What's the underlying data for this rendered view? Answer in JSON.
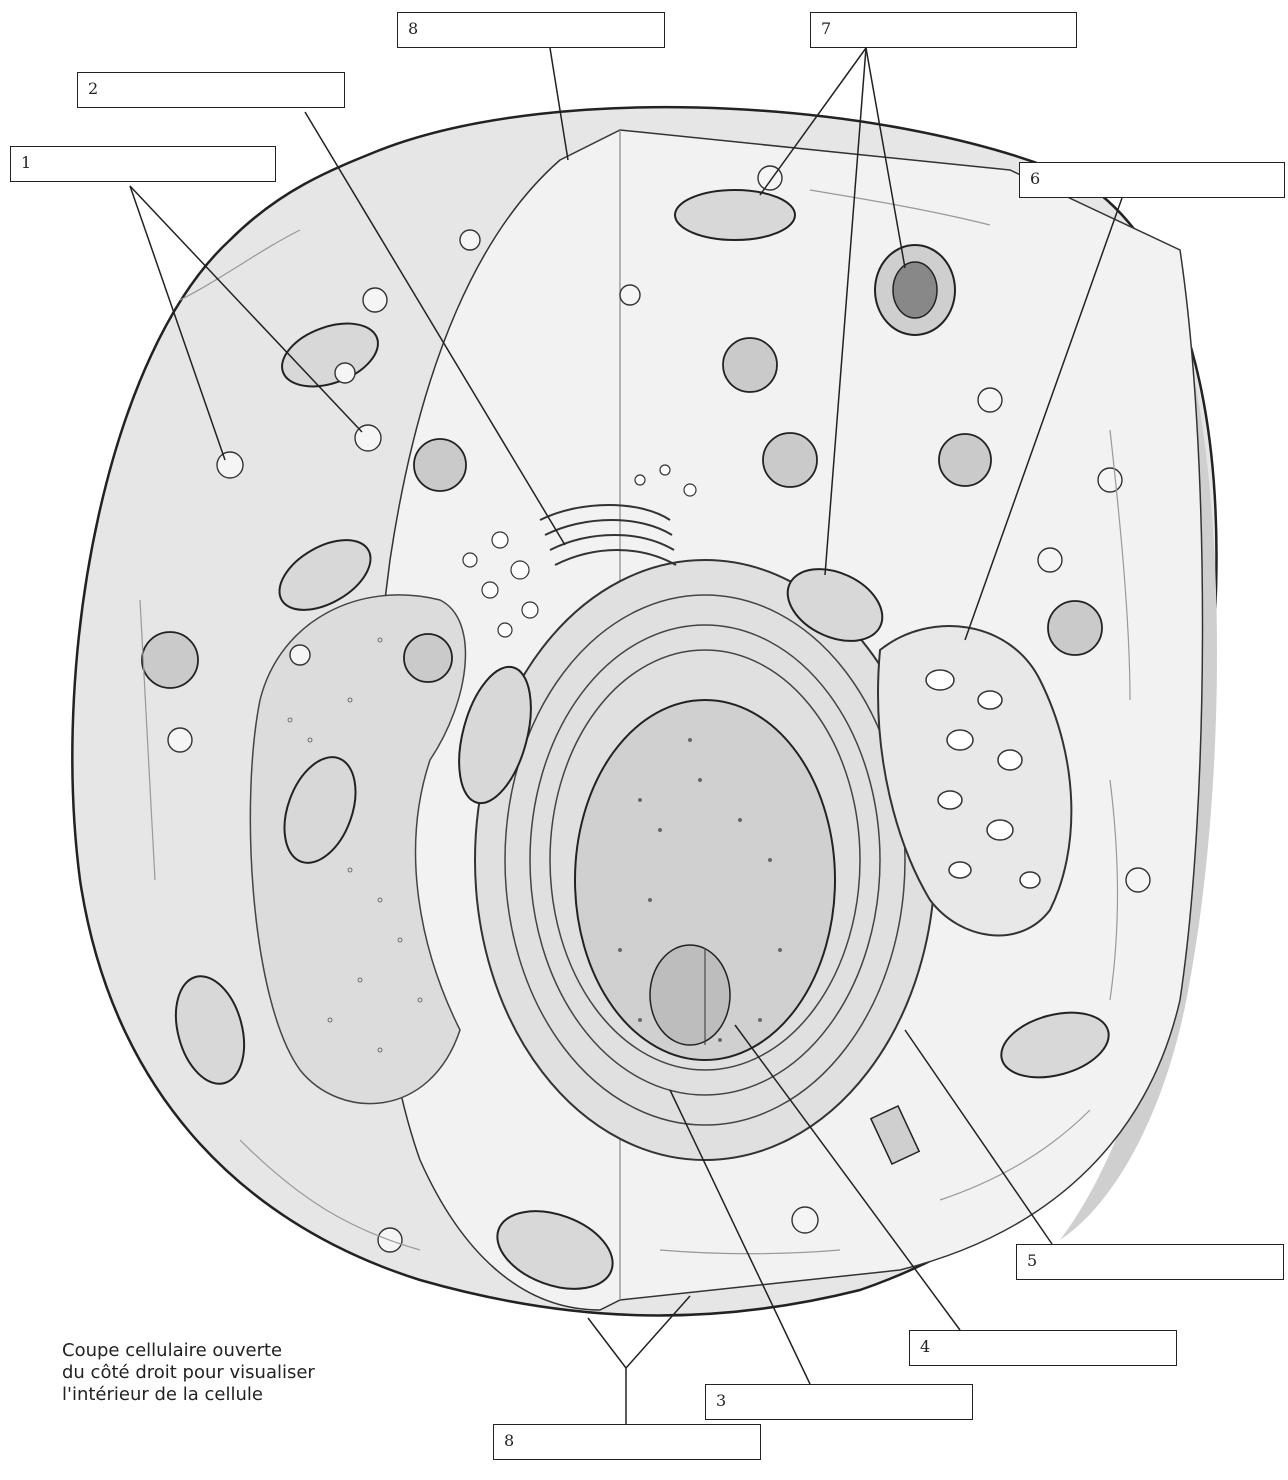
{
  "labels": [
    {
      "id": "1a",
      "text": "1"
    },
    {
      "id": "2",
      "text": "2"
    },
    {
      "id": "8a",
      "text": "8"
    },
    {
      "id": "7",
      "text": "7"
    },
    {
      "id": "6",
      "text": "6"
    },
    {
      "id": "5",
      "text": "5"
    },
    {
      "id": "4",
      "text": "4"
    },
    {
      "id": "3",
      "text": "3"
    },
    {
      "id": "8b",
      "text": "8"
    }
  ],
  "caption": [
    "Coupe cellulaire ouverte",
    "du côté droit pour visualiser",
    "l'intérieur de la cellule"
  ],
  "colors": {
    "ink": "#222222",
    "cytoplasm": "#e6e6e6",
    "cutaway": "#f0f0f0",
    "nucleus": "#d6d6d6"
  }
}
